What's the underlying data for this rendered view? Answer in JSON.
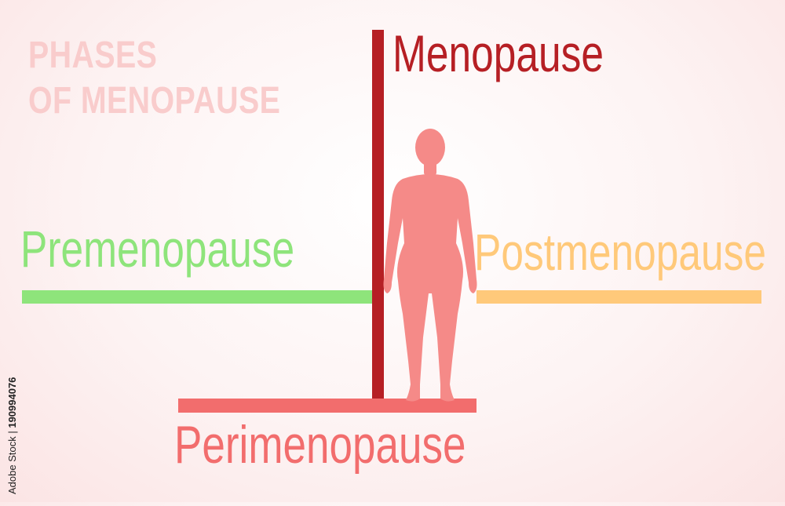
{
  "title": {
    "line1": "PHASES",
    "line2": "OF MENOPAUSE"
  },
  "phases": {
    "menopause": "Menopause",
    "premenopause": "Premenopause",
    "postmenopause": "Postmenopause",
    "perimenopause": "Perimenopause"
  },
  "watermark_id": "190994076",
  "watermark_brand": "Adobe Stock",
  "colors": {
    "title": "#f9c9c9",
    "menopause": "#b61f24",
    "premenopause": "#8ee47b",
    "postmenopause": "#ffc97a",
    "perimenopause": "#f26d6d",
    "figure": "#f58a88"
  },
  "icons": {
    "figure": "woman-silhouette-icon"
  }
}
